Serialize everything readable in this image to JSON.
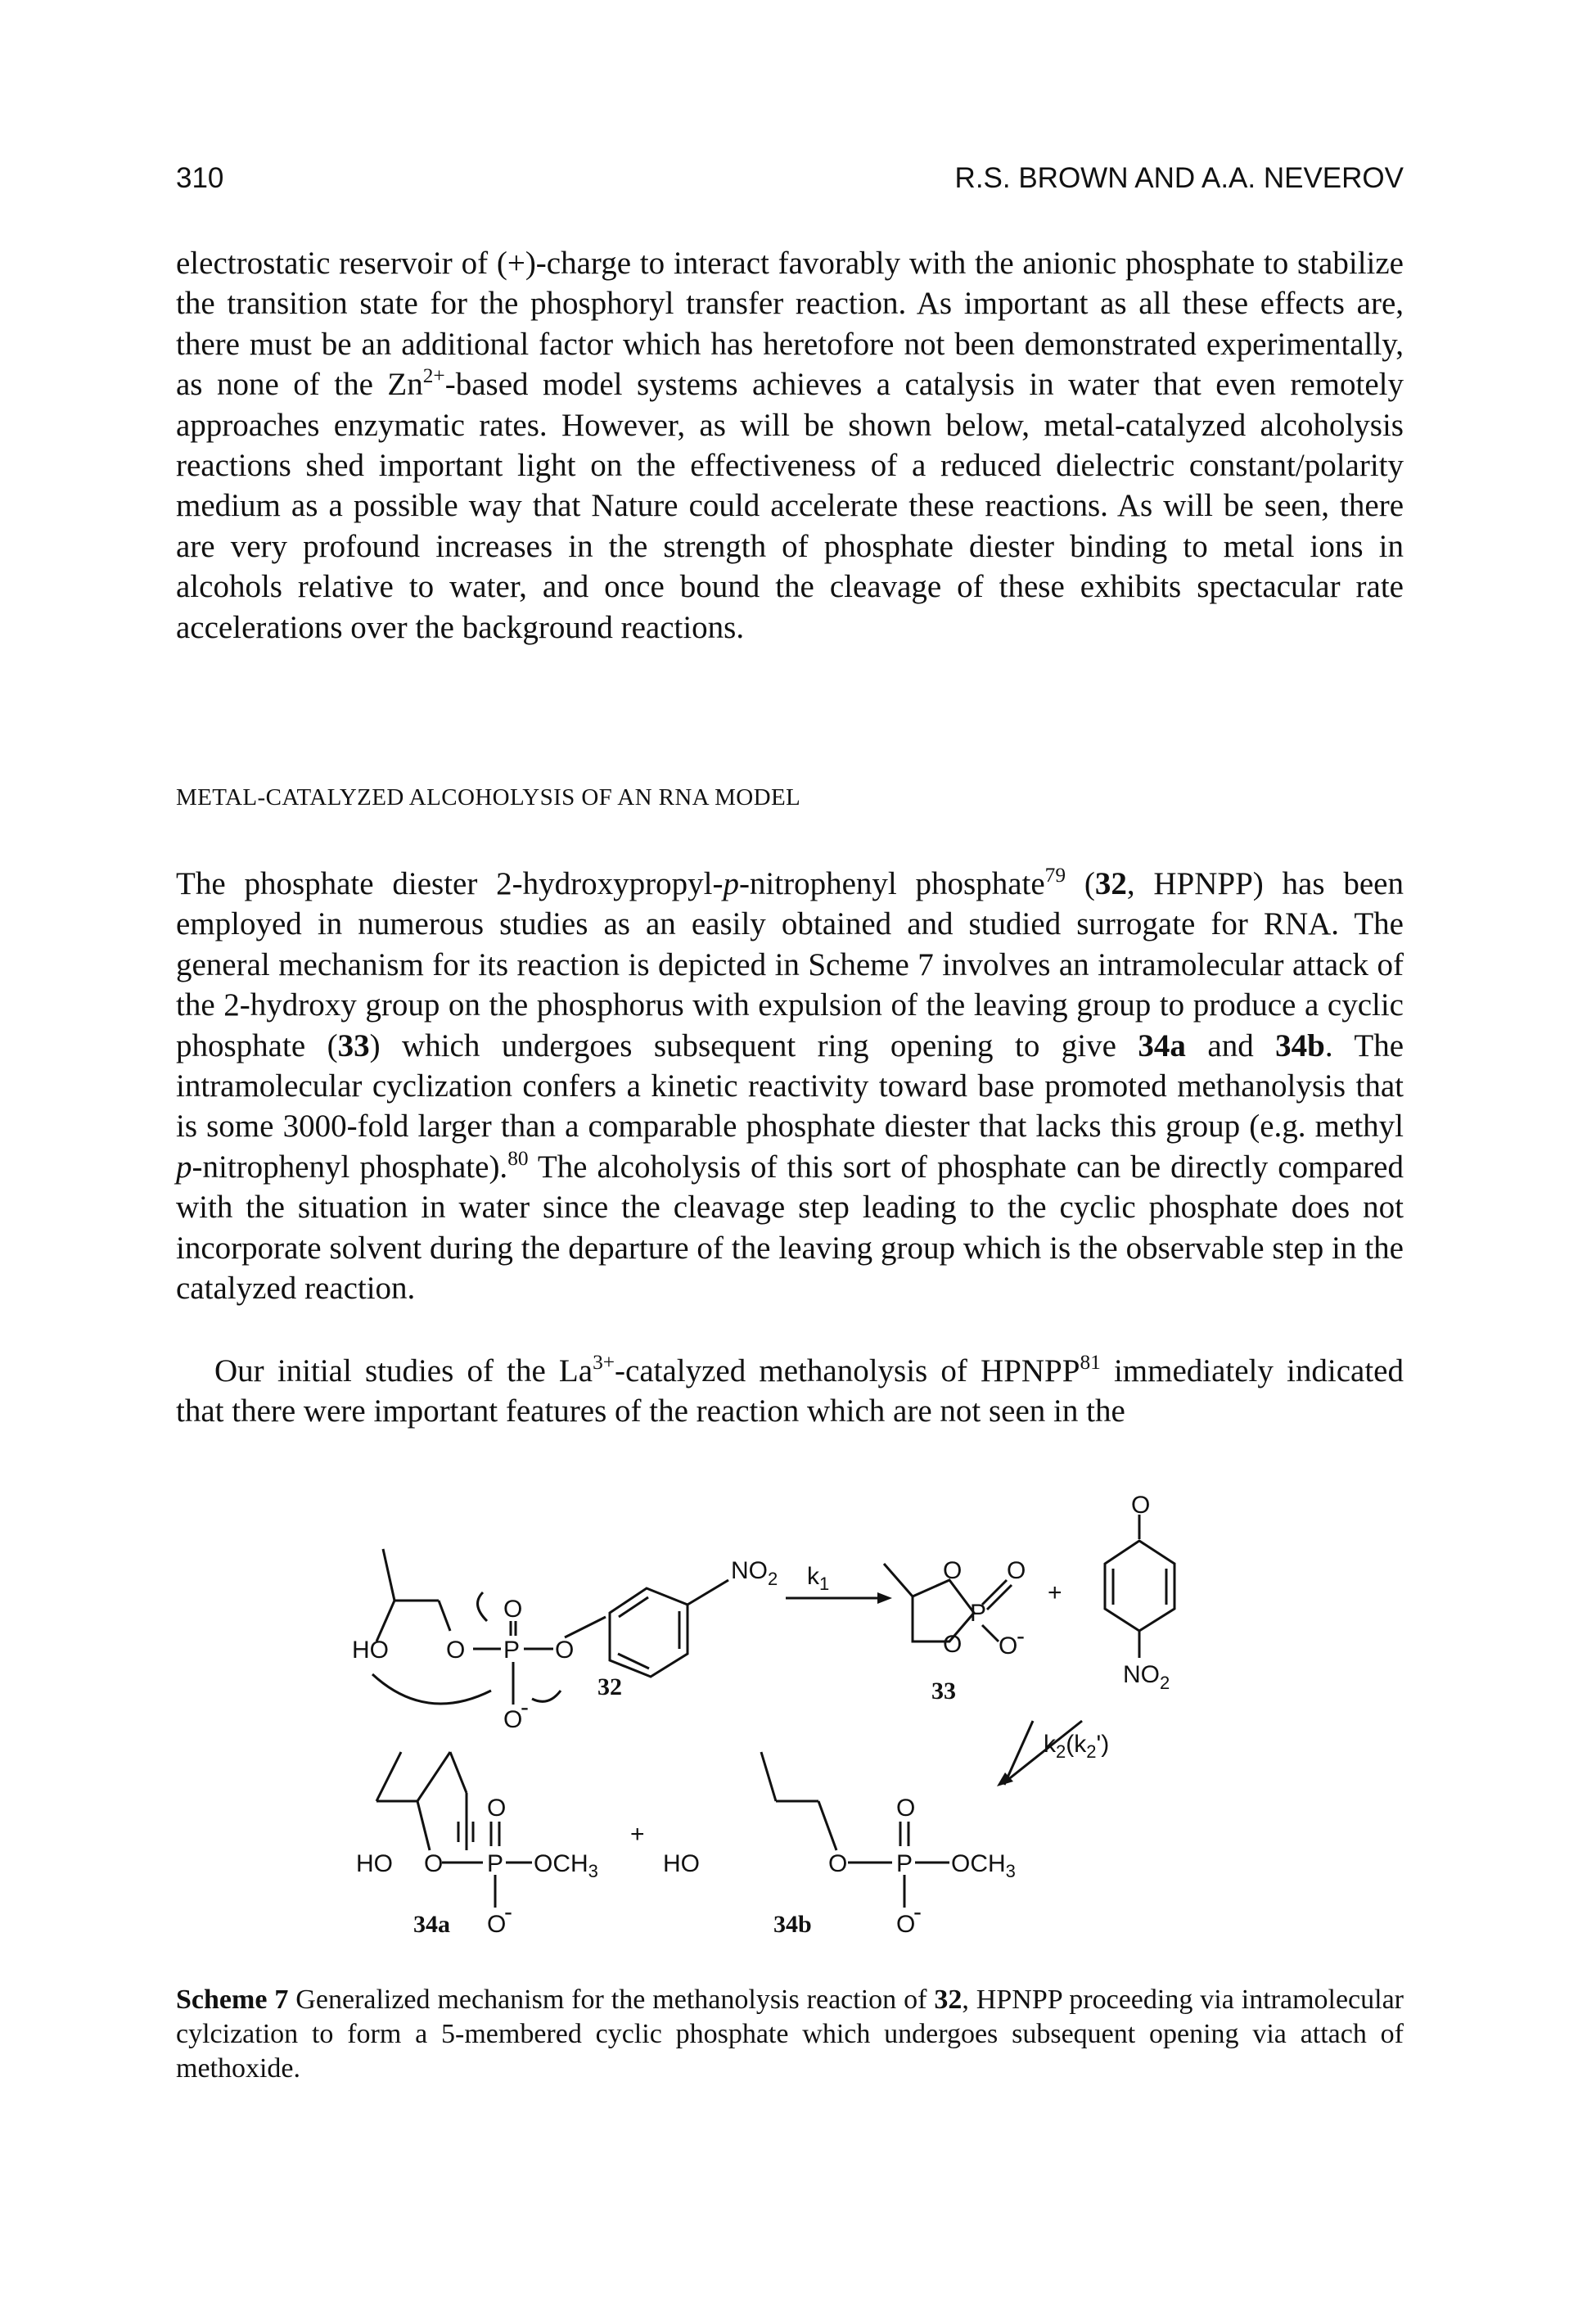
{
  "header": {
    "page_number": "310",
    "running_head": "R.S. BROWN AND A.A. NEVEROV"
  },
  "para1": {
    "a": "electrostatic reservoir of (+)-charge to interact favorably with the anionic phosphate to stabilize the transition state for the phosphoryl transfer reaction. As important as all these effects are, there must be an additional factor which has heretofore not been demonstrated experimentally, as none of the Zn",
    "sup1": "2+",
    "b": "-based model systems achieves a catalysis in water that even remotely approaches enzymatic rates. However, as will be shown below, metal-catalyzed alcoholysis reactions shed important light on the effectiveness of a reduced dielectric constant/polarity medium as a possible way that Nature could accelerate these reactions. As will be seen, there are very profound increases in the strength of phosphate diester binding to metal ions in alcohols relative to water, and once bound the cleavage of these exhibits spectacular rate accelerations over the background reactions."
  },
  "section_heading": "METAL-CATALYZED ALCOHOLYSIS OF AN RNA MODEL",
  "para2": {
    "a": "The phosphate diester 2-hydroxypropyl-",
    "p1": "p",
    "b": "-nitrophenyl phosphate",
    "sup1": "79",
    "c": " (",
    "bold1": "32",
    "d": ", HPNPP) has been employed in numerous studies as an easily obtained and studied surrogate for RNA. The general mechanism for its reaction is depicted in Scheme 7 involves an intramolecular attack of the 2-hydroxy group on the phosphorus with expulsion of the leaving group to produce a cyclic phosphate (",
    "bold2": "33",
    "e": ") which undergoes subsequent ring opening to give ",
    "bold3": "34a",
    "f": " and ",
    "bold4": "34b",
    "g": ". The intramolecular cyclization confers a kinetic reactivity toward base promoted methanolysis that is some 3000-fold larger than a comparable phosphate diester that lacks this group (e.g. methyl ",
    "p2": "p",
    "h": "-nitrophenyl phosphate).",
    "sup2": "80",
    "i": " The alcoholysis of this sort of phosphate can be directly compared with the situation in water since the cleavage step leading to the cyclic phosphate does not incorporate solvent during the departure of the leaving group which is the observable step in the catalyzed reaction."
  },
  "para3": {
    "a": "Our initial studies of the La",
    "sup1": "3+",
    "b": "-catalyzed methanolysis of HPNPP",
    "sup2": "81",
    "c": " immediately indicated that there were important features of the reaction which are not seen in the"
  },
  "scheme": {
    "o_label": "O",
    "p_label": "P",
    "ho_label": "HO",
    "o_minus": "O",
    "minus_sign": "-",
    "no": "NO",
    "no_sub": "2",
    "och": "OCH",
    "och_sub": "3",
    "plus": "+",
    "k1": "k",
    "k1_sub": "1",
    "k2_text": "k",
    "k2_sub1": "2",
    "k2_mid": "(k",
    "k2_sub2": "2",
    "k2_end": "')",
    "c32": "32",
    "c33": "33",
    "c34a": "34a",
    "c34b": "34b"
  },
  "caption": {
    "label": "Scheme 7",
    "a": " Generalized mechanism for the methanolysis reaction of ",
    "bold1": "32",
    "b": ", HPNPP proceeding via intramolecular cylcization to form a 5-membered cyclic phosphate which undergoes subsequent opening via attach of methoxide."
  }
}
